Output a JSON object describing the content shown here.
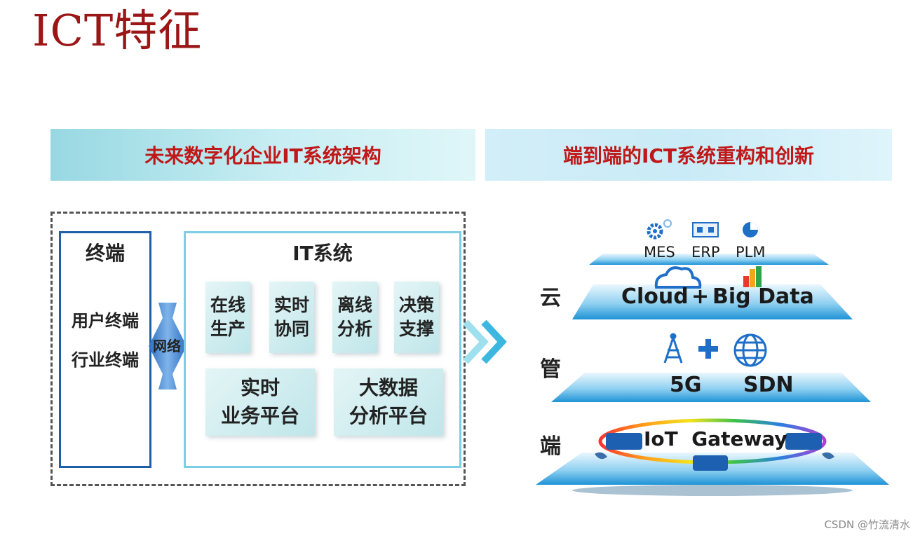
{
  "page": {
    "title": "ICT特征"
  },
  "banners": {
    "left": "未来数字化企业IT系统架构",
    "right": "端到端的ICT系统重构和创新"
  },
  "left_diagram": {
    "terminal": {
      "title": "终端",
      "items": [
        "用户终端",
        "行业终端"
      ]
    },
    "network_label": "网络",
    "it_system": {
      "title": "IT系统",
      "modules": [
        {
          "line1": "在线",
          "line2": "生产"
        },
        {
          "line1": "实时",
          "line2": "协同"
        },
        {
          "line1": "离线",
          "line2": "分析"
        },
        {
          "line1": "决策",
          "line2": "支撑"
        }
      ],
      "platforms": [
        {
          "line1": "实时",
          "line2": "业务平台"
        },
        {
          "line1": "大数据",
          "line2": "分析平台"
        }
      ]
    }
  },
  "right_diagram": {
    "apps": [
      "MES",
      "ERP",
      "PLM"
    ],
    "cloud_layer": {
      "label": "云",
      "text_cloud": "Cloud",
      "plus": "+",
      "text_bigdata": "Big Data"
    },
    "pipe_layer": {
      "label": "管",
      "text_5g": "5G",
      "text_sdn": "SDN"
    },
    "edge_layer": {
      "label": "端",
      "text": "IoT  Gateway"
    },
    "icons": [
      "gear-icon",
      "erp-icon",
      "plm-icon",
      "cloud-icon",
      "bigdata-icon",
      "antenna-icon",
      "plus-icon",
      "globe-icon",
      "iot-device-icon"
    ]
  },
  "watermark": "CSDN @竹流清水",
  "colors": {
    "title": "#9b1616",
    "banner_text": "#c01818",
    "platform_blue": "#1f93d6",
    "terminal_border": "#1f5fa8",
    "it_border": "#7ccde6"
  }
}
